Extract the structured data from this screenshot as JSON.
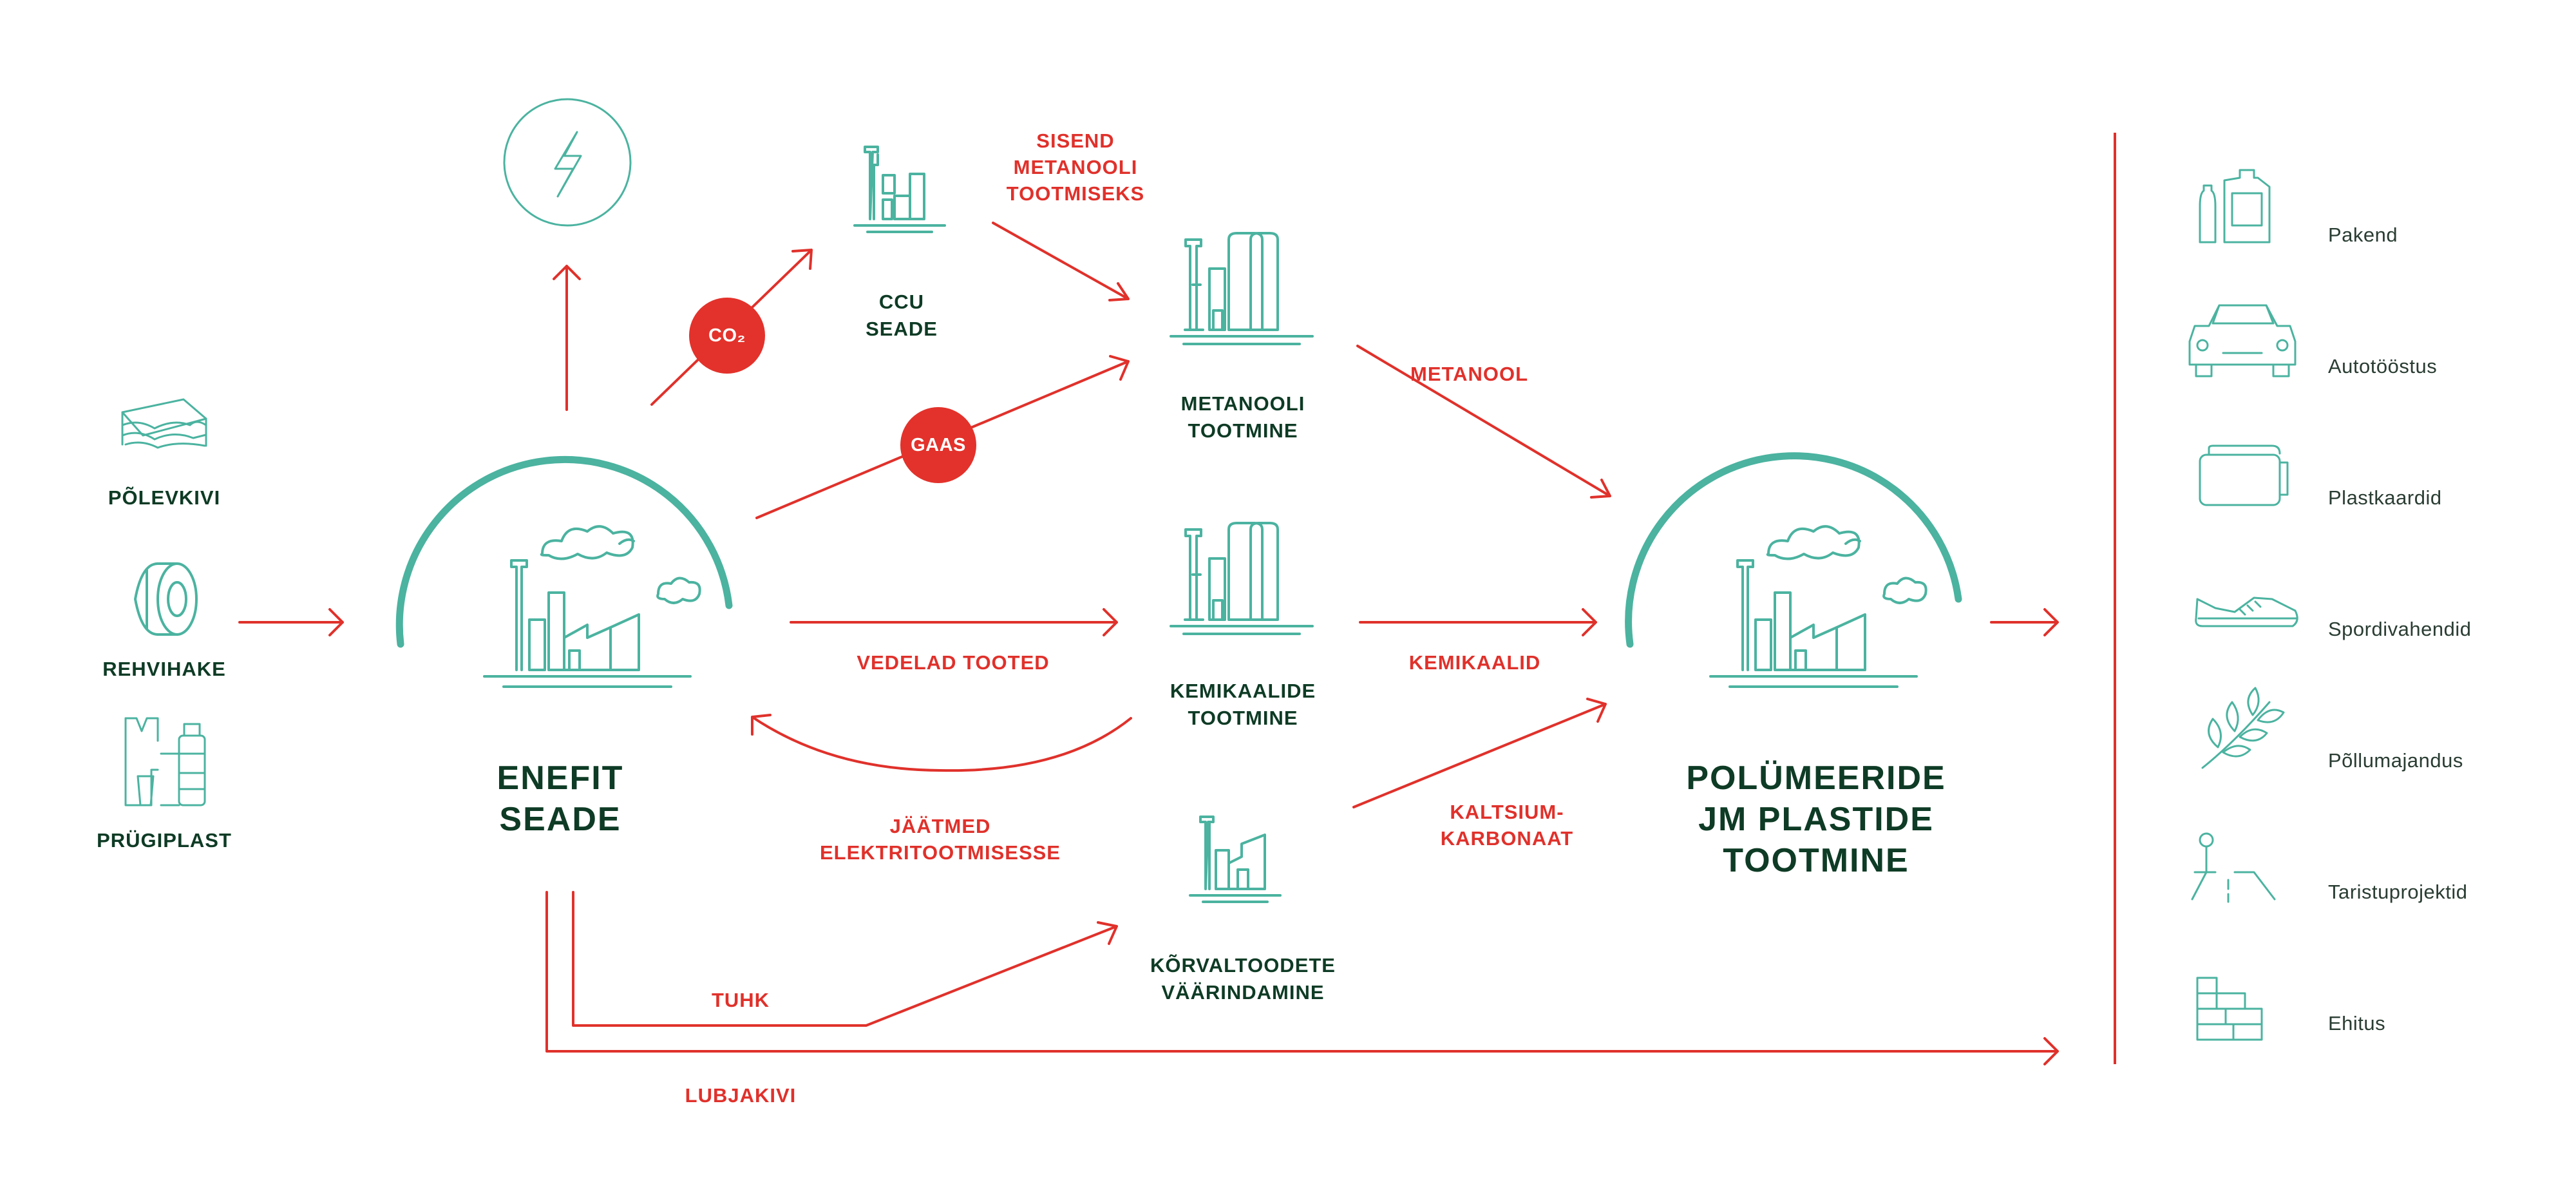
{
  "colors": {
    "accent_green": "#4bb3a0",
    "accent_red": "#e0312b",
    "text_dark": "#0e3b25"
  },
  "inputs": [
    {
      "label": "PÕLEVKIVI",
      "icon": "oil-shale-icon"
    },
    {
      "label": "REHVIHAKE",
      "icon": "tire-icon"
    },
    {
      "label": "PRÜGIPLAST",
      "icon": "plastic-waste-icon"
    }
  ],
  "nodes": {
    "enefit": "ENEFIT\nSEADE",
    "ccu": "CCU\nSEADE",
    "methanol": "METANOOLI\nTOOTMINE",
    "chemicals": "KEMIKAALIDE\nTOOTMINE",
    "byproducts": "KÕRVALTOODETE\nVÄÄRINDAMINE",
    "polymers": "POLÜMEERIDE\nJM PLASTIDE\nTOOTMINE"
  },
  "flows": {
    "sisend": "SISEND\nMETANOOLI\nTOOTMISEKS",
    "metanool": "METANOOL",
    "vedelad": "VEDELAD TOOTED",
    "kemikaalid": "KEMIKAALID",
    "jaatmed": "JÄÄTMED\nELEKTRITOOTMISESSE",
    "kaltsium": "KALTSIUM-\nKARBONAAT",
    "tuhk": "TUHK",
    "lubjakivi": "LUBJAKIVI"
  },
  "badges": {
    "co2": "CO₂",
    "gaas": "GAAS"
  },
  "products": [
    {
      "label": "Pakend",
      "icon": "packaging-icon"
    },
    {
      "label": "Autotööstus",
      "icon": "car-icon"
    },
    {
      "label": "Plastkaardid",
      "icon": "plastic-cards-icon"
    },
    {
      "label": "Spordivahendid",
      "icon": "sneaker-icon"
    },
    {
      "label": "Põllumajandus",
      "icon": "wheat-icon"
    },
    {
      "label": "Taristuprojektid",
      "icon": "road-icon"
    },
    {
      "label": "Ehitus",
      "icon": "bricks-icon"
    }
  ]
}
